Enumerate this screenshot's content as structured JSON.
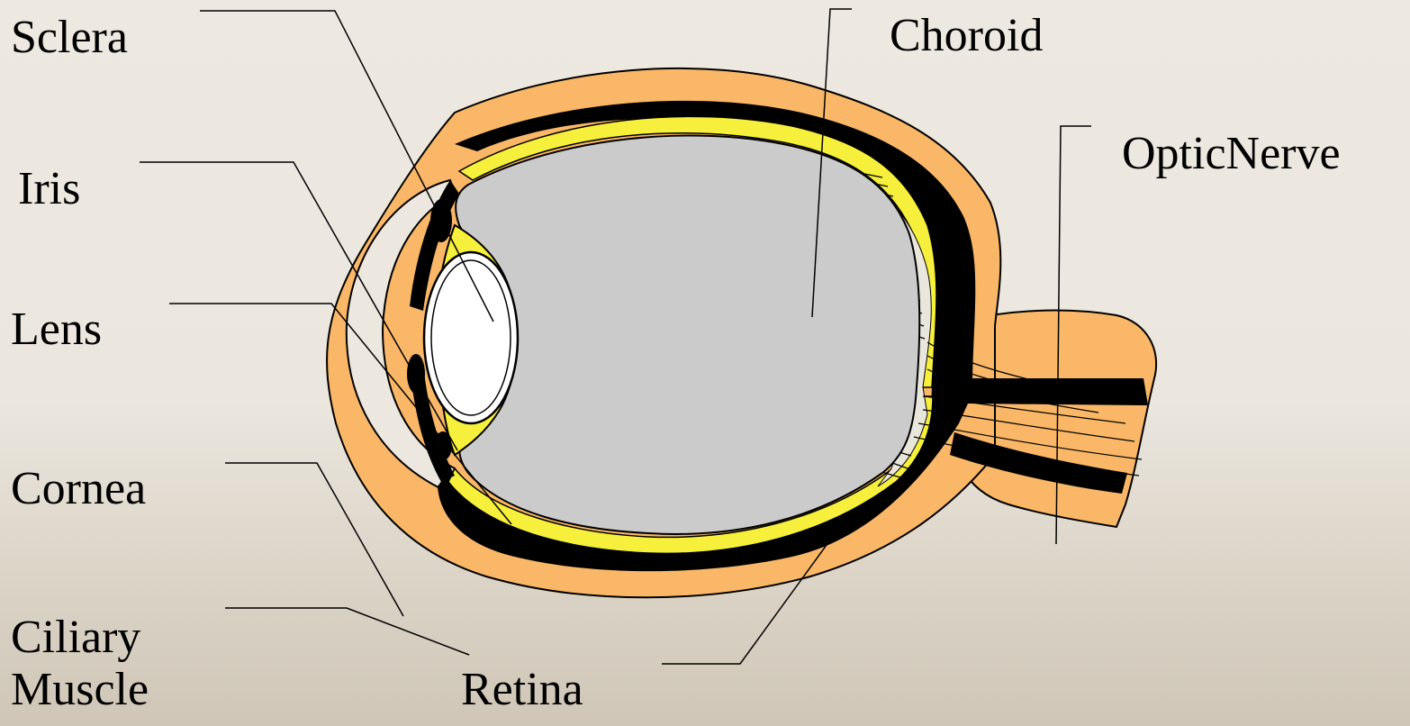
{
  "labels": {
    "sclera": "Sclera",
    "choroid": "Choroid",
    "iris": "Iris",
    "optic_nerve": "OpticNerve",
    "lens": "Lens",
    "cornea": "Cornea",
    "ciliary_muscle_line1": "Ciliary",
    "ciliary_muscle_line2": "Muscle",
    "retina": "Retina"
  },
  "colors": {
    "sclera_fill": "#f9b767",
    "choroid_fill": "#000000",
    "retina_fill": "#f6ef3c",
    "vitreous_fill": "#cbcbcb",
    "lens_fill": "#ffffff",
    "background": "#ede9e1"
  }
}
